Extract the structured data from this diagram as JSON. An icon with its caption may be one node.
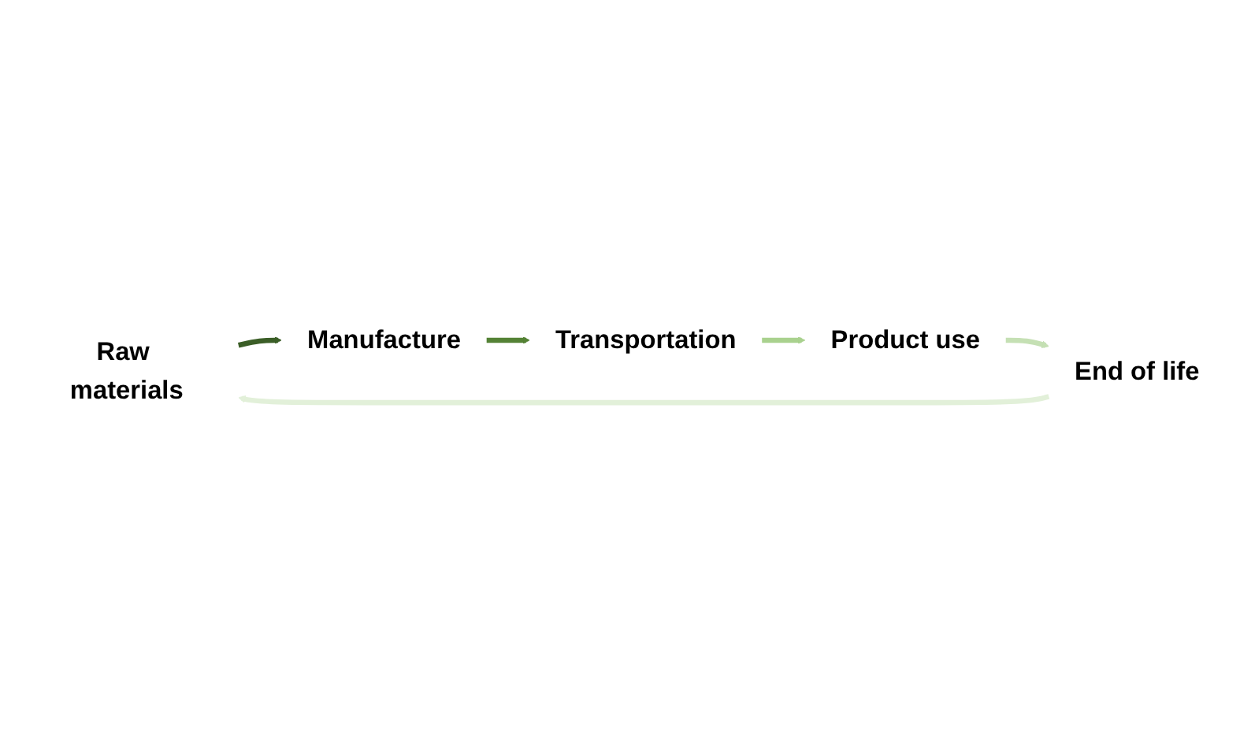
{
  "diagram": {
    "nodes": [
      {
        "text": [
          "Raw materials"
        ]
      },
      {
        "text": [
          "End of life"
        ]
      },
      {
        "text": [
          "Manufacture"
        ]
      },
      {
        "text": [
          "Product use"
        ]
      },
      {
        "text": [
          "Transportation"
        ]
      }
    ],
    "edges": [
      {
        "from": 0,
        "to": 2,
        "arrow": "to",
        "color": "#3b5e27"
      },
      {
        "from": 2,
        "to": 4,
        "arrow": "to",
        "color": "#548235"
      },
      {
        "from": 4,
        "to": 3,
        "arrow": "to",
        "color": "#a9d18e"
      },
      {
        "from": 3,
        "to": 1,
        "arrow": "to",
        "color": "#c5e0b4"
      },
      {
        "from": 1,
        "to": 0,
        "arrow": "to",
        "color": "#e2f0d9"
      }
    ]
  }
}
